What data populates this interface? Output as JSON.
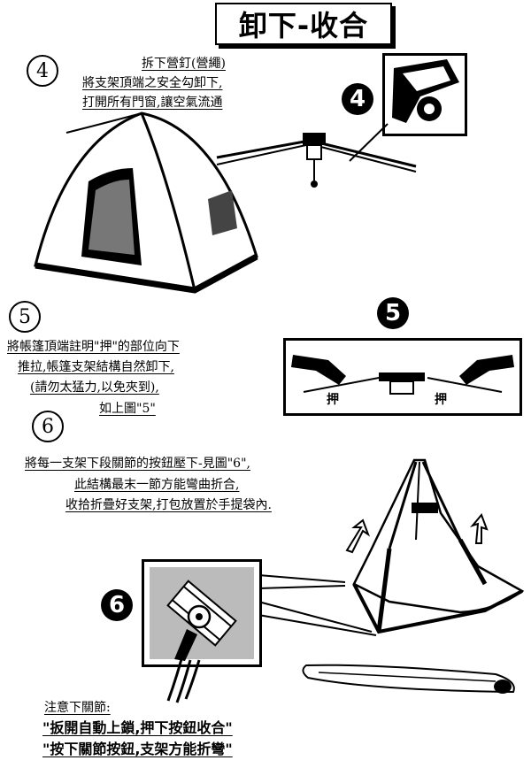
{
  "title": "卸下-收合",
  "step4": {
    "number": "4",
    "lines": [
      "拆下營釘(營繩)",
      "將支架頂端之安全勾卸下,",
      "打開所有門窗,讓空氣流通"
    ]
  },
  "step5": {
    "number": "5",
    "lines": [
      "將帳篷頂端註明\"押\"的部位向下",
      "推拉,帳篷支架結構自然卸下,",
      "(請勿太猛力,以免夾到),",
      "如上圖\"5\""
    ],
    "press_label": "押"
  },
  "step6": {
    "number": "6",
    "lines": [
      "將每一支架下段關節的按鈕壓下-見圖\"6\",",
      "此結構最末一節方能彎曲折合,",
      "收拾折疊好支架,打包放置於手提袋內."
    ]
  },
  "note": {
    "heading": "注意下關節:",
    "lines": [
      "\"扳開自動上鎖,押下按鈕收合\"",
      "\"按下關節按鈕,支架方能折彎\""
    ]
  }
}
